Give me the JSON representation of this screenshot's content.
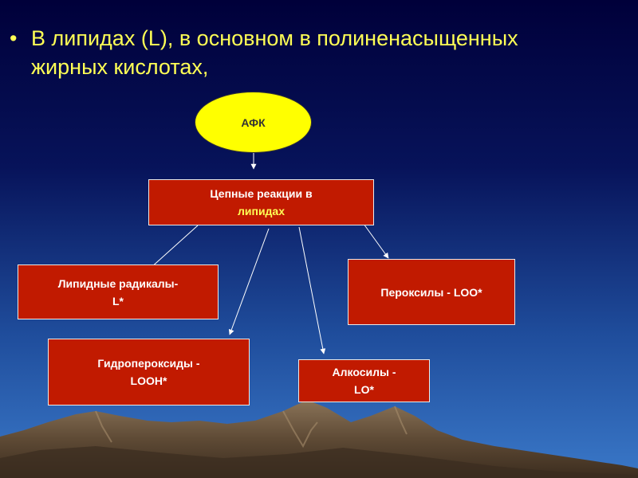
{
  "heading": {
    "bullet": "•",
    "prefix": "В липидах (",
    "letter": "L",
    "suffix": "), в основном в полиненасыщенных жирных кислотах,"
  },
  "diagram": {
    "source": "АФК",
    "chain": {
      "line1": "Цепные реакции в",
      "line2": "липидах"
    },
    "products": {
      "radicals": {
        "line1": "Липидные радикалы-",
        "line2": "L*"
      },
      "hydroperoxides": {
        "line1": "Гидропероксиды -",
        "line2": "LOOH*"
      },
      "alkoxyls": {
        "line1": "Алкосилы -",
        "line2": "LO*"
      },
      "peroxyls": {
        "line1": "Пероксилы - LOO*"
      }
    }
  },
  "colors": {
    "heading_text": "#ffff55",
    "box_fill": "#c11a00",
    "ellipse_fill": "#ffff00",
    "sky_top": "#00003a",
    "sky_bottom": "#3a78c8",
    "mountains": "#6e5a43"
  }
}
